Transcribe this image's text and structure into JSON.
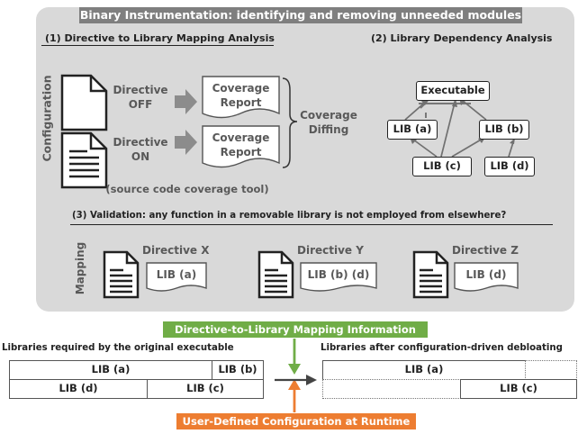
{
  "header": {
    "title": "Binary Instrumentation: identifying and removing unneeded modules"
  },
  "section1": {
    "title": "(1) Directive to Library Mapping Analysis",
    "side_label": "Configuration",
    "directive_off": [
      "Directive",
      "OFF"
    ],
    "directive_on": [
      "Directive",
      "ON"
    ],
    "report": [
      "Coverage",
      "Report"
    ],
    "diffing": [
      "Coverage",
      "Diffing"
    ],
    "tool_note": "(source code coverage tool)"
  },
  "section2": {
    "title": "(2) Library Dependency Analysis",
    "executable": "Executable",
    "libs": [
      "LIB (a)",
      "LIB (b)",
      "LIB (c)",
      "LIB (d)"
    ]
  },
  "section3": {
    "title": "(3) Validation: any function in a removable library is not employed from elsewhere?",
    "side_label": "Mapping",
    "items": [
      {
        "label": "Directive X",
        "libs": "LIB (a)"
      },
      {
        "label": "Directive Y",
        "libs": "LIB (b) (d)"
      },
      {
        "label": "Directive Z",
        "libs": "LIB (d)"
      }
    ]
  },
  "bottom": {
    "mapping_info": "Directive-to-Library Mapping Information",
    "runtime_config": "User-Defined Configuration at Runtime",
    "left_title": "Libraries required by the original executable",
    "right_title": "Libraries after configuration-driven debloating",
    "left_row1": [
      "LIB (a)",
      "LIB (b)"
    ],
    "left_row2": [
      "LIB (d)",
      "LIB (c)"
    ],
    "right_row1": [
      "LIB (a)"
    ],
    "right_row2": [
      "LIB (c)"
    ]
  },
  "colors": {
    "panel": "#d9d9d9",
    "banner": "#7f7f7f",
    "green": "#70ad47",
    "orange": "#ed7d31",
    "removed_x": "#e07b7b",
    "arrow_gray": "#8c8c8c"
  }
}
